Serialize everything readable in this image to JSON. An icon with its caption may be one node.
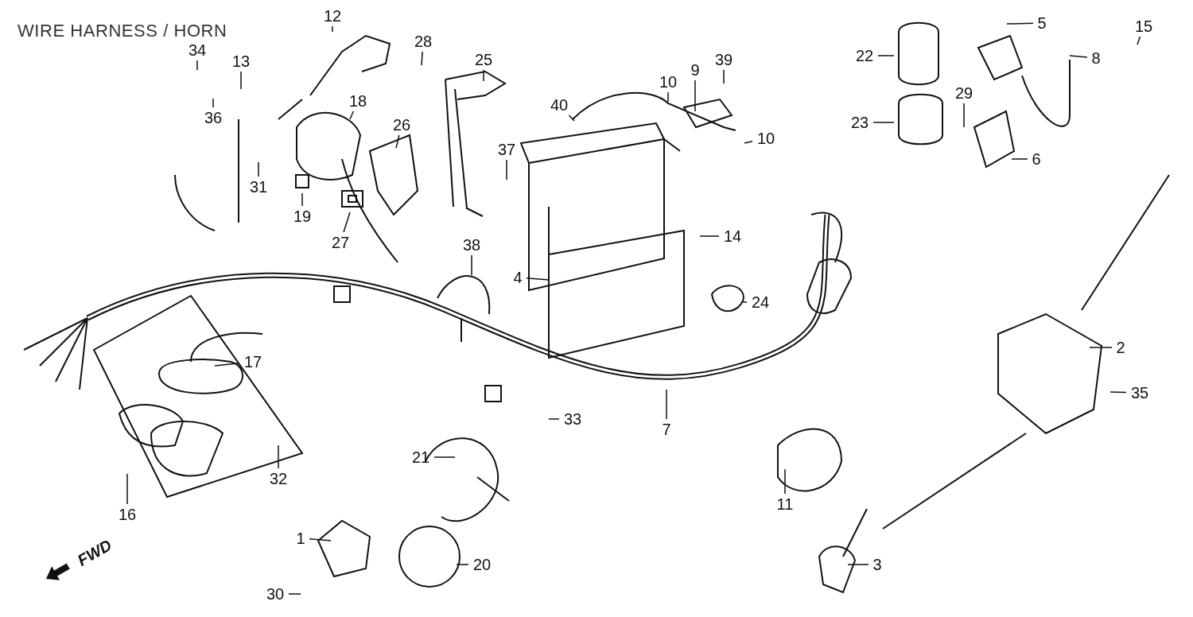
{
  "diagram": {
    "title": "WIRE HARNESS / HORN",
    "nodes": [
      {
        "text": [
          "12"
        ]
      },
      {
        "text": [
          "34"
        ]
      },
      {
        "text": [
          "13"
        ]
      },
      {
        "text": [
          "36"
        ]
      },
      {
        "text": [
          "28"
        ]
      },
      {
        "text": [
          "25"
        ]
      },
      {
        "text": [
          "18"
        ]
      },
      {
        "text": [
          "26"
        ]
      },
      {
        "text": [
          "10"
        ]
      },
      {
        "text": [
          "9"
        ]
      },
      {
        "text": [
          "39"
        ]
      },
      {
        "text": [
          "10"
        ]
      },
      {
        "text": [
          "40"
        ]
      },
      {
        "text": [
          "37"
        ]
      },
      {
        "text": [
          "31"
        ]
      },
      {
        "text": [
          "19"
        ]
      },
      {
        "text": [
          "27"
        ]
      },
      {
        "text": [
          "22"
        ]
      },
      {
        "text": [
          "23"
        ]
      },
      {
        "text": [
          "5"
        ]
      },
      {
        "text": [
          "8"
        ]
      },
      {
        "text": [
          "15"
        ]
      },
      {
        "text": [
          "29"
        ]
      },
      {
        "text": [
          "6"
        ]
      },
      {
        "text": [
          "14"
        ]
      },
      {
        "text": [
          "38"
        ]
      },
      {
        "text": [
          "4"
        ]
      },
      {
        "text": [
          "24"
        ]
      },
      {
        "text": [
          "2"
        ]
      },
      {
        "text": [
          "35"
        ]
      },
      {
        "text": [
          "17"
        ]
      },
      {
        "text": [
          "33"
        ]
      },
      {
        "text": [
          "7"
        ]
      },
      {
        "text": [
          "21"
        ]
      },
      {
        "text": [
          "32"
        ]
      },
      {
        "text": [
          "16"
        ]
      },
      {
        "text": [
          "11"
        ]
      },
      {
        "text": [
          "1"
        ]
      },
      {
        "text": [
          "20"
        ]
      },
      {
        "text": [
          "3"
        ]
      },
      {
        "text": [
          "30"
        ]
      }
    ],
    "edges": [
      {
        "from": 0,
        "to": null,
        "arrow": "none"
      },
      {
        "from": 1,
        "to": null,
        "arrow": "none"
      },
      {
        "from": 2,
        "to": null,
        "arrow": "none"
      },
      {
        "from": 3,
        "to": null,
        "arrow": "none"
      },
      {
        "from": 4,
        "to": null,
        "arrow": "none"
      },
      {
        "from": 5,
        "to": null,
        "arrow": "none"
      },
      {
        "from": 6,
        "to": null,
        "arrow": "none"
      },
      {
        "from": 7,
        "to": null,
        "arrow": "none"
      },
      {
        "from": 8,
        "to": null,
        "arrow": "none"
      },
      {
        "from": 9,
        "to": null,
        "arrow": "none"
      },
      {
        "from": 10,
        "to": null,
        "arrow": "none"
      },
      {
        "from": 11,
        "to": null,
        "arrow": "none"
      },
      {
        "from": 12,
        "to": null,
        "arrow": "none"
      },
      {
        "from": 13,
        "to": null,
        "arrow": "none"
      },
      {
        "from": 14,
        "to": null,
        "arrow": "none"
      },
      {
        "from": 15,
        "to": null,
        "arrow": "none"
      },
      {
        "from": 16,
        "to": null,
        "arrow": "none"
      },
      {
        "from": 17,
        "to": null,
        "arrow": "none"
      },
      {
        "from": 18,
        "to": null,
        "arrow": "none"
      },
      {
        "from": 19,
        "to": null,
        "arrow": "none"
      },
      {
        "from": 20,
        "to": null,
        "arrow": "none"
      },
      {
        "from": 21,
        "to": null,
        "arrow": "none"
      },
      {
        "from": 22,
        "to": null,
        "arrow": "none"
      },
      {
        "from": 23,
        "to": null,
        "arrow": "none"
      },
      {
        "from": 24,
        "to": null,
        "arrow": "none"
      },
      {
        "from": 25,
        "to": null,
        "arrow": "none"
      },
      {
        "from": 26,
        "to": null,
        "arrow": "none"
      },
      {
        "from": 27,
        "to": null,
        "arrow": "none"
      },
      {
        "from": 28,
        "to": null,
        "arrow": "none"
      },
      {
        "from": 29,
        "to": null,
        "arrow": "none"
      },
      {
        "from": 30,
        "to": null,
        "arrow": "none"
      },
      {
        "from": 31,
        "to": null,
        "arrow": "none"
      },
      {
        "from": 32,
        "to": null,
        "arrow": "none"
      },
      {
        "from": 33,
        "to": null,
        "arrow": "none"
      },
      {
        "from": 34,
        "to": null,
        "arrow": "none"
      },
      {
        "from": 35,
        "to": null,
        "arrow": "none"
      },
      {
        "from": 36,
        "to": null,
        "arrow": "none"
      },
      {
        "from": 37,
        "to": null,
        "arrow": "none"
      },
      {
        "from": 38,
        "to": null,
        "arrow": "none"
      },
      {
        "from": 39,
        "to": null,
        "arrow": "none"
      },
      {
        "from": 40,
        "to": null,
        "arrow": "none"
      }
    ],
    "labels": [
      "FWD"
    ]
  }
}
